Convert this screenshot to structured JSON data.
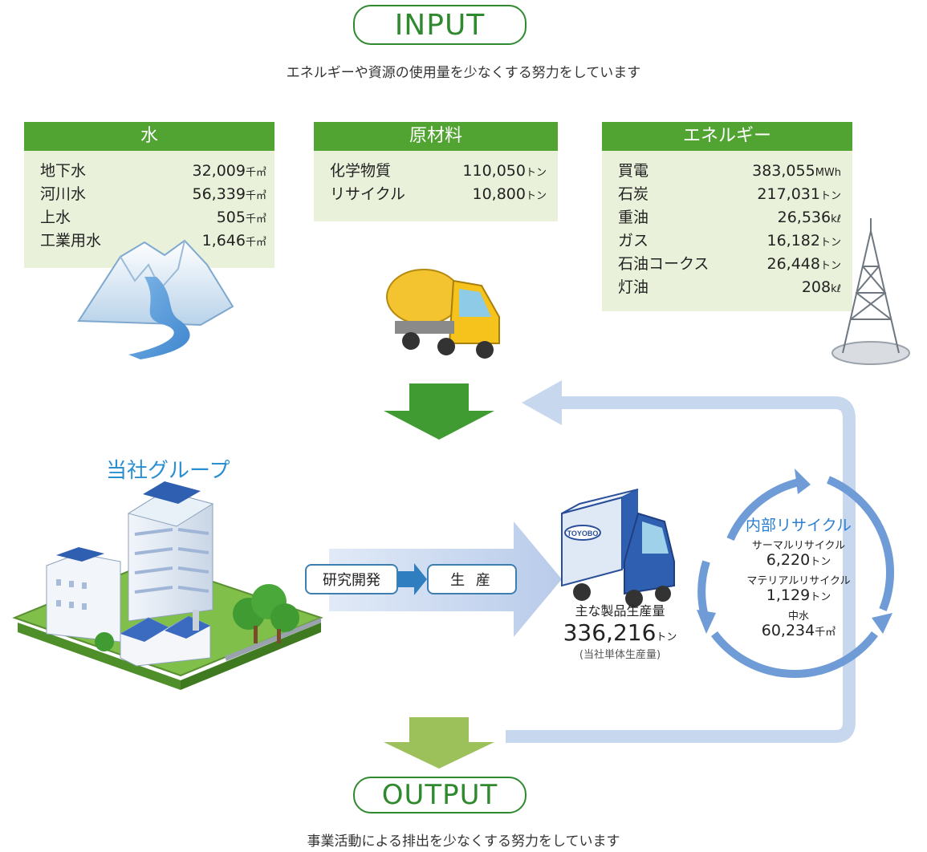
{
  "input": {
    "title": "INPUT",
    "subtitle": "エネルギーや資源の使用量を少なくする努力をしています"
  },
  "panels": {
    "water": {
      "title": "水",
      "items": [
        {
          "label": "地下水",
          "value": "32,009",
          "unit": "千㎥"
        },
        {
          "label": "河川水",
          "value": "56,339",
          "unit": "千㎥"
        },
        {
          "label": "上水",
          "value": "505",
          "unit": "千㎥"
        },
        {
          "label": "工業用水",
          "value": "1,646",
          "unit": "千㎥"
        }
      ]
    },
    "materials": {
      "title": "原材料",
      "items": [
        {
          "label": "化学物質",
          "value": "110,050",
          "unit": "トン"
        },
        {
          "label": "リサイクル",
          "value": "10,800",
          "unit": "トン"
        }
      ]
    },
    "energy": {
      "title": "エネルギー",
      "items": [
        {
          "label": "買電",
          "value": "383,055",
          "unit": "MWh"
        },
        {
          "label": "石炭",
          "value": "217,031",
          "unit": "トン"
        },
        {
          "label": "重油",
          "value": "26,536",
          "unit": "kℓ"
        },
        {
          "label": "ガス",
          "value": "16,182",
          "unit": "トン"
        },
        {
          "label": "石油コークス",
          "value": "26,448",
          "unit": "トン"
        },
        {
          "label": "灯油",
          "value": "208",
          "unit": "kℓ"
        }
      ]
    }
  },
  "group": {
    "title": "当社グループ"
  },
  "process": {
    "rd": "研究開発",
    "production": "生 産"
  },
  "truck_logo": "TOYOBO",
  "product": {
    "label": "主な製品生産量",
    "value": "336,216",
    "unit": "トン",
    "note": "(当社単体生産量)"
  },
  "recycle": {
    "title": "内部リサイクル",
    "thermal_label": "サーマルリサイクル",
    "thermal_value": "6,220",
    "thermal_unit": "トン",
    "material_label": "マテリアルリサイクル",
    "material_value": "1,129",
    "material_unit": "トン",
    "water_label": "中水",
    "water_value": "60,234",
    "water_unit": "千㎥"
  },
  "output": {
    "title": "OUTPUT",
    "subtitle": "事業活動による排出を少なくする努力をしています"
  },
  "colors": {
    "green_header": "#52a432",
    "panel_bg": "#e9f1da",
    "pill_green": "#2f8a2f",
    "blue_loop": "#c6d7ee",
    "recycle_blue": "#6f9bd6",
    "group_blue": "#2a8fd0"
  }
}
